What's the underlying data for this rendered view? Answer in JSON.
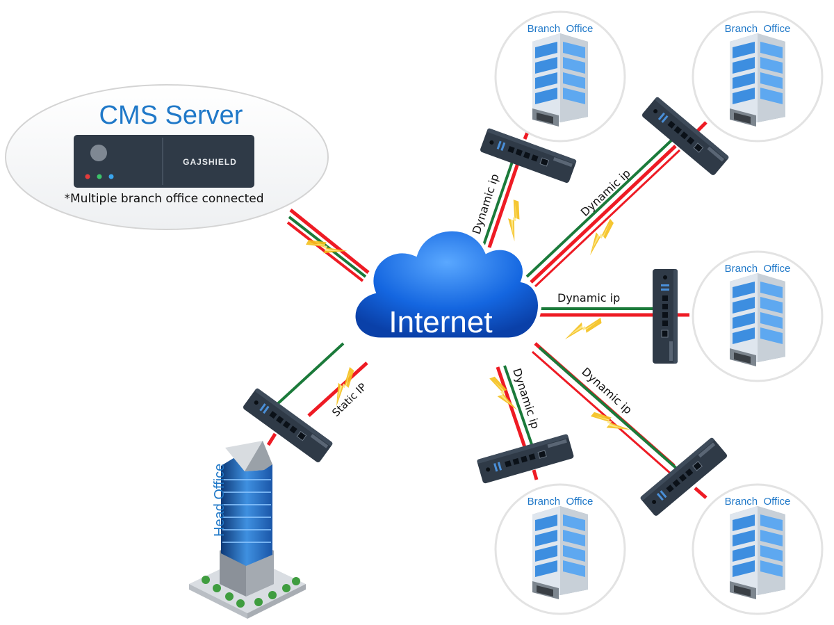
{
  "cms": {
    "title": "CMS Server",
    "device_brand": "GAJSHIELD",
    "note": "*Multiple branch office connected"
  },
  "cloud": {
    "label": "Internet"
  },
  "head_office": {
    "label": "Head Office",
    "link_label": "Static IP"
  },
  "branch_office_label": "Branch  Office",
  "links": {
    "top_left": "Dynamic ip",
    "top_right": "Dynamic ip",
    "right": "Dynamic ip",
    "bottom_left": "Dynamic ip",
    "bottom_right": "Dynamic ip"
  },
  "colors": {
    "cms_blue": "#1f78c8",
    "link_red": "#ee1b24",
    "link_green": "#1b7a3a",
    "lightning": "#f2c21b",
    "cloud_blue": "#1060d8",
    "device": "#2f3a47"
  }
}
